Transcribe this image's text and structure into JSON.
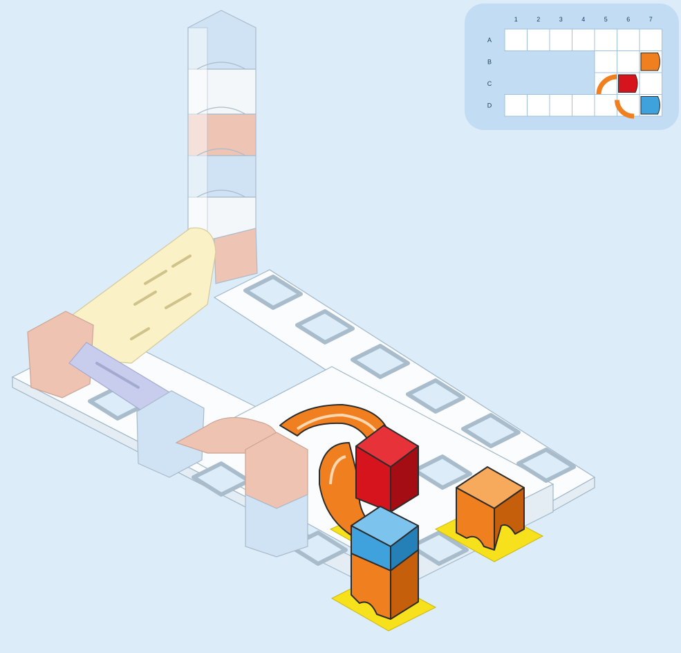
{
  "colors": {
    "background": "#dcecf8",
    "panel": "#c2ddf3",
    "base_white": "#fbfcfd",
    "outline": "#2b2b2b",
    "orange": "#ef7f1f",
    "orange_dark": "#c65f0c",
    "red": "#d6141e",
    "red_dark": "#a50d14",
    "blue": "#3fa2dc",
    "blue_dark": "#2680b8",
    "yellow": "#f6e11c",
    "ghost_blue": "#cfe3f5",
    "ghost_salmon": "#efc3b2",
    "ghost_yellow": "#fbf1c6",
    "ghost_lavender": "#c8cdee",
    "ghost_white": "#f5f8fb"
  },
  "grid_panel": {
    "columns": [
      "1",
      "2",
      "3",
      "4",
      "5",
      "6",
      "7"
    ],
    "rows": [
      "A",
      "B",
      "C",
      "D"
    ],
    "cells": {
      "A": [
        "white",
        "white",
        "white",
        "white",
        "white",
        "white",
        "white"
      ],
      "B": [
        "none",
        "none",
        "none",
        "none",
        "white",
        "white",
        "orange-cube"
      ],
      "C": [
        "none",
        "none",
        "none",
        "none",
        "orange-curve",
        "red-cube",
        "white"
      ],
      "D": [
        "white",
        "white",
        "white",
        "white",
        "white",
        "orange-curve",
        "blue-cube"
      ]
    }
  }
}
